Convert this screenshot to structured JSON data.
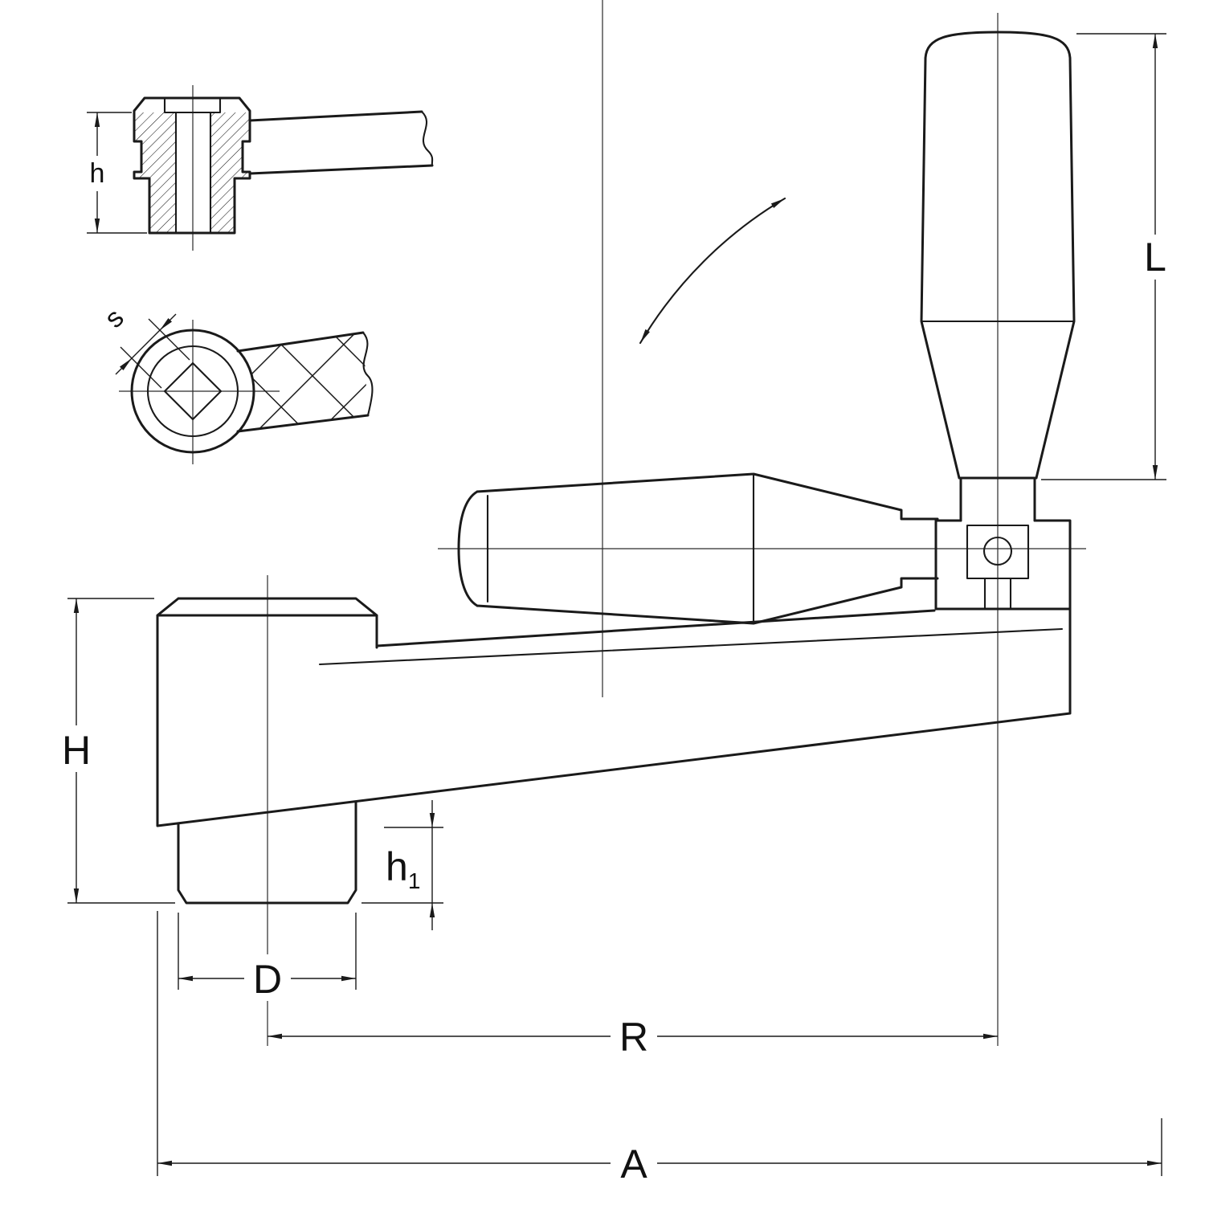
{
  "drawing": {
    "background": "#ffffff",
    "line_color": "#1a1a1a",
    "icons": {
      "rotation_arrow": "curved-double-arrow"
    },
    "dimensions": {
      "hub_section_height": "h",
      "square_bore_width": "s",
      "grip_length": "L",
      "overall_height": "H",
      "boss_height_base": "h",
      "boss_height_sub": "1",
      "boss_diameter": "D",
      "crank_radius": "R",
      "overall_length": "A"
    }
  }
}
